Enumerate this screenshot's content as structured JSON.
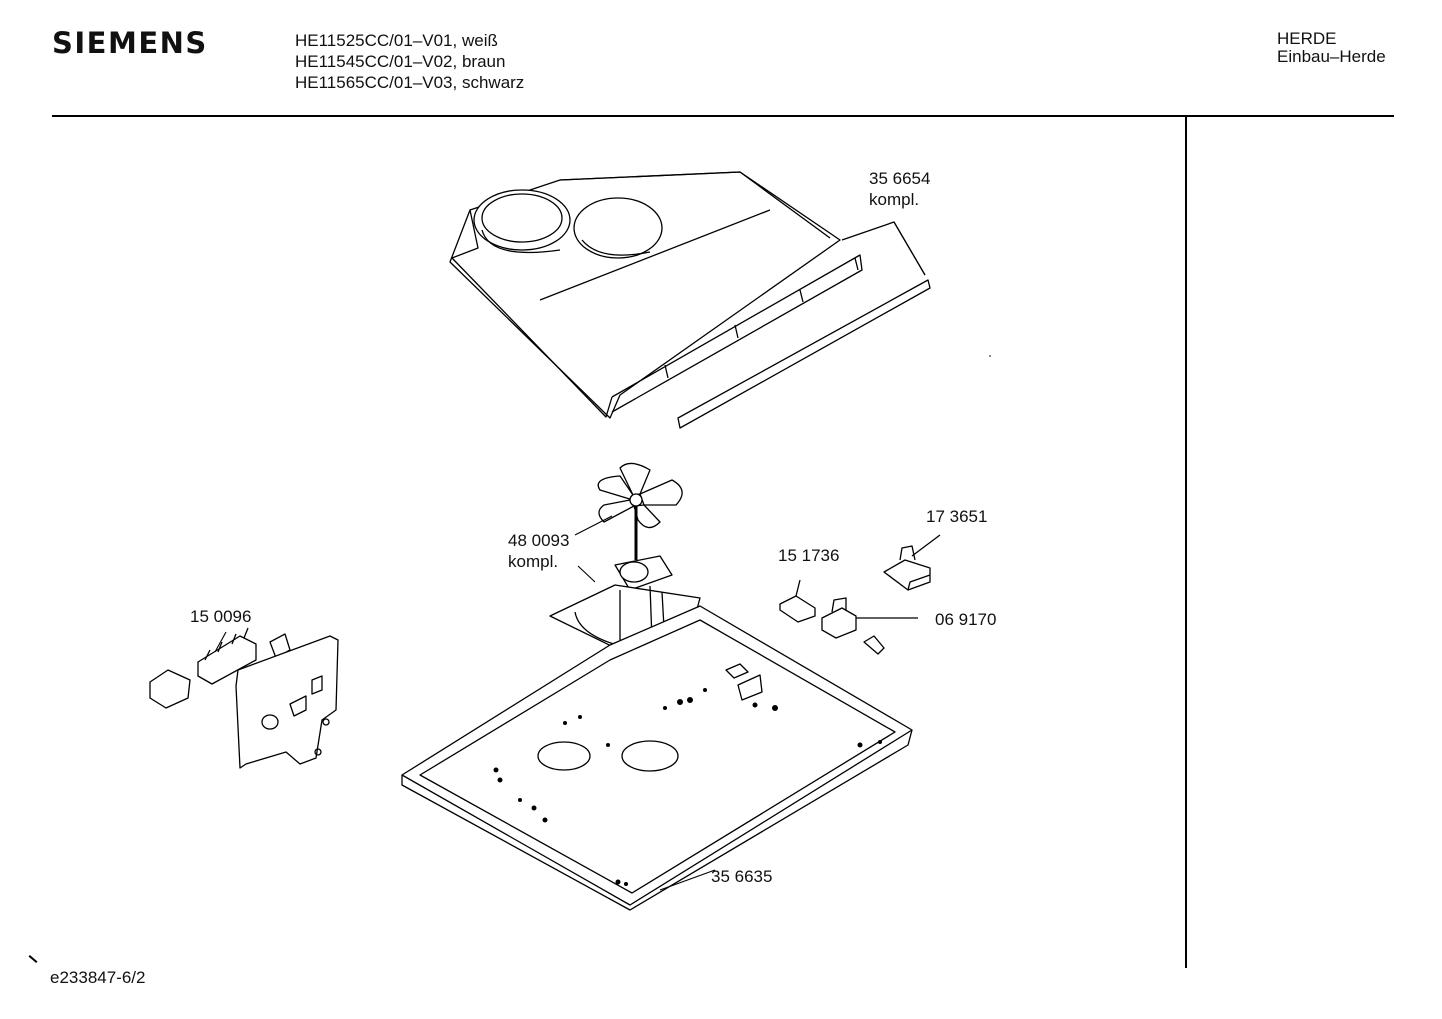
{
  "header": {
    "brand": "SIEMENS",
    "models": [
      "HE11525CC/01–V01, weiß",
      "HE11545CC/01–V02, braun",
      "HE11565CC/01–V03, schwarz"
    ],
    "category": "HERDE",
    "subcategory": "Einbau–Herde"
  },
  "parts": {
    "top_cover": {
      "number": "35 6654",
      "note": "kompl."
    },
    "fan_motor": {
      "number": "48 0093",
      "note": "kompl."
    },
    "thermostat": {
      "number": "17 3651"
    },
    "fuse": {
      "number": "15 1736"
    },
    "switch": {
      "number": "06 9170"
    },
    "control_bracket": {
      "number": "15 0096"
    },
    "base_panel": {
      "number": "35 6635"
    }
  },
  "footer": {
    "drawing_id": "e233847-6/2"
  }
}
